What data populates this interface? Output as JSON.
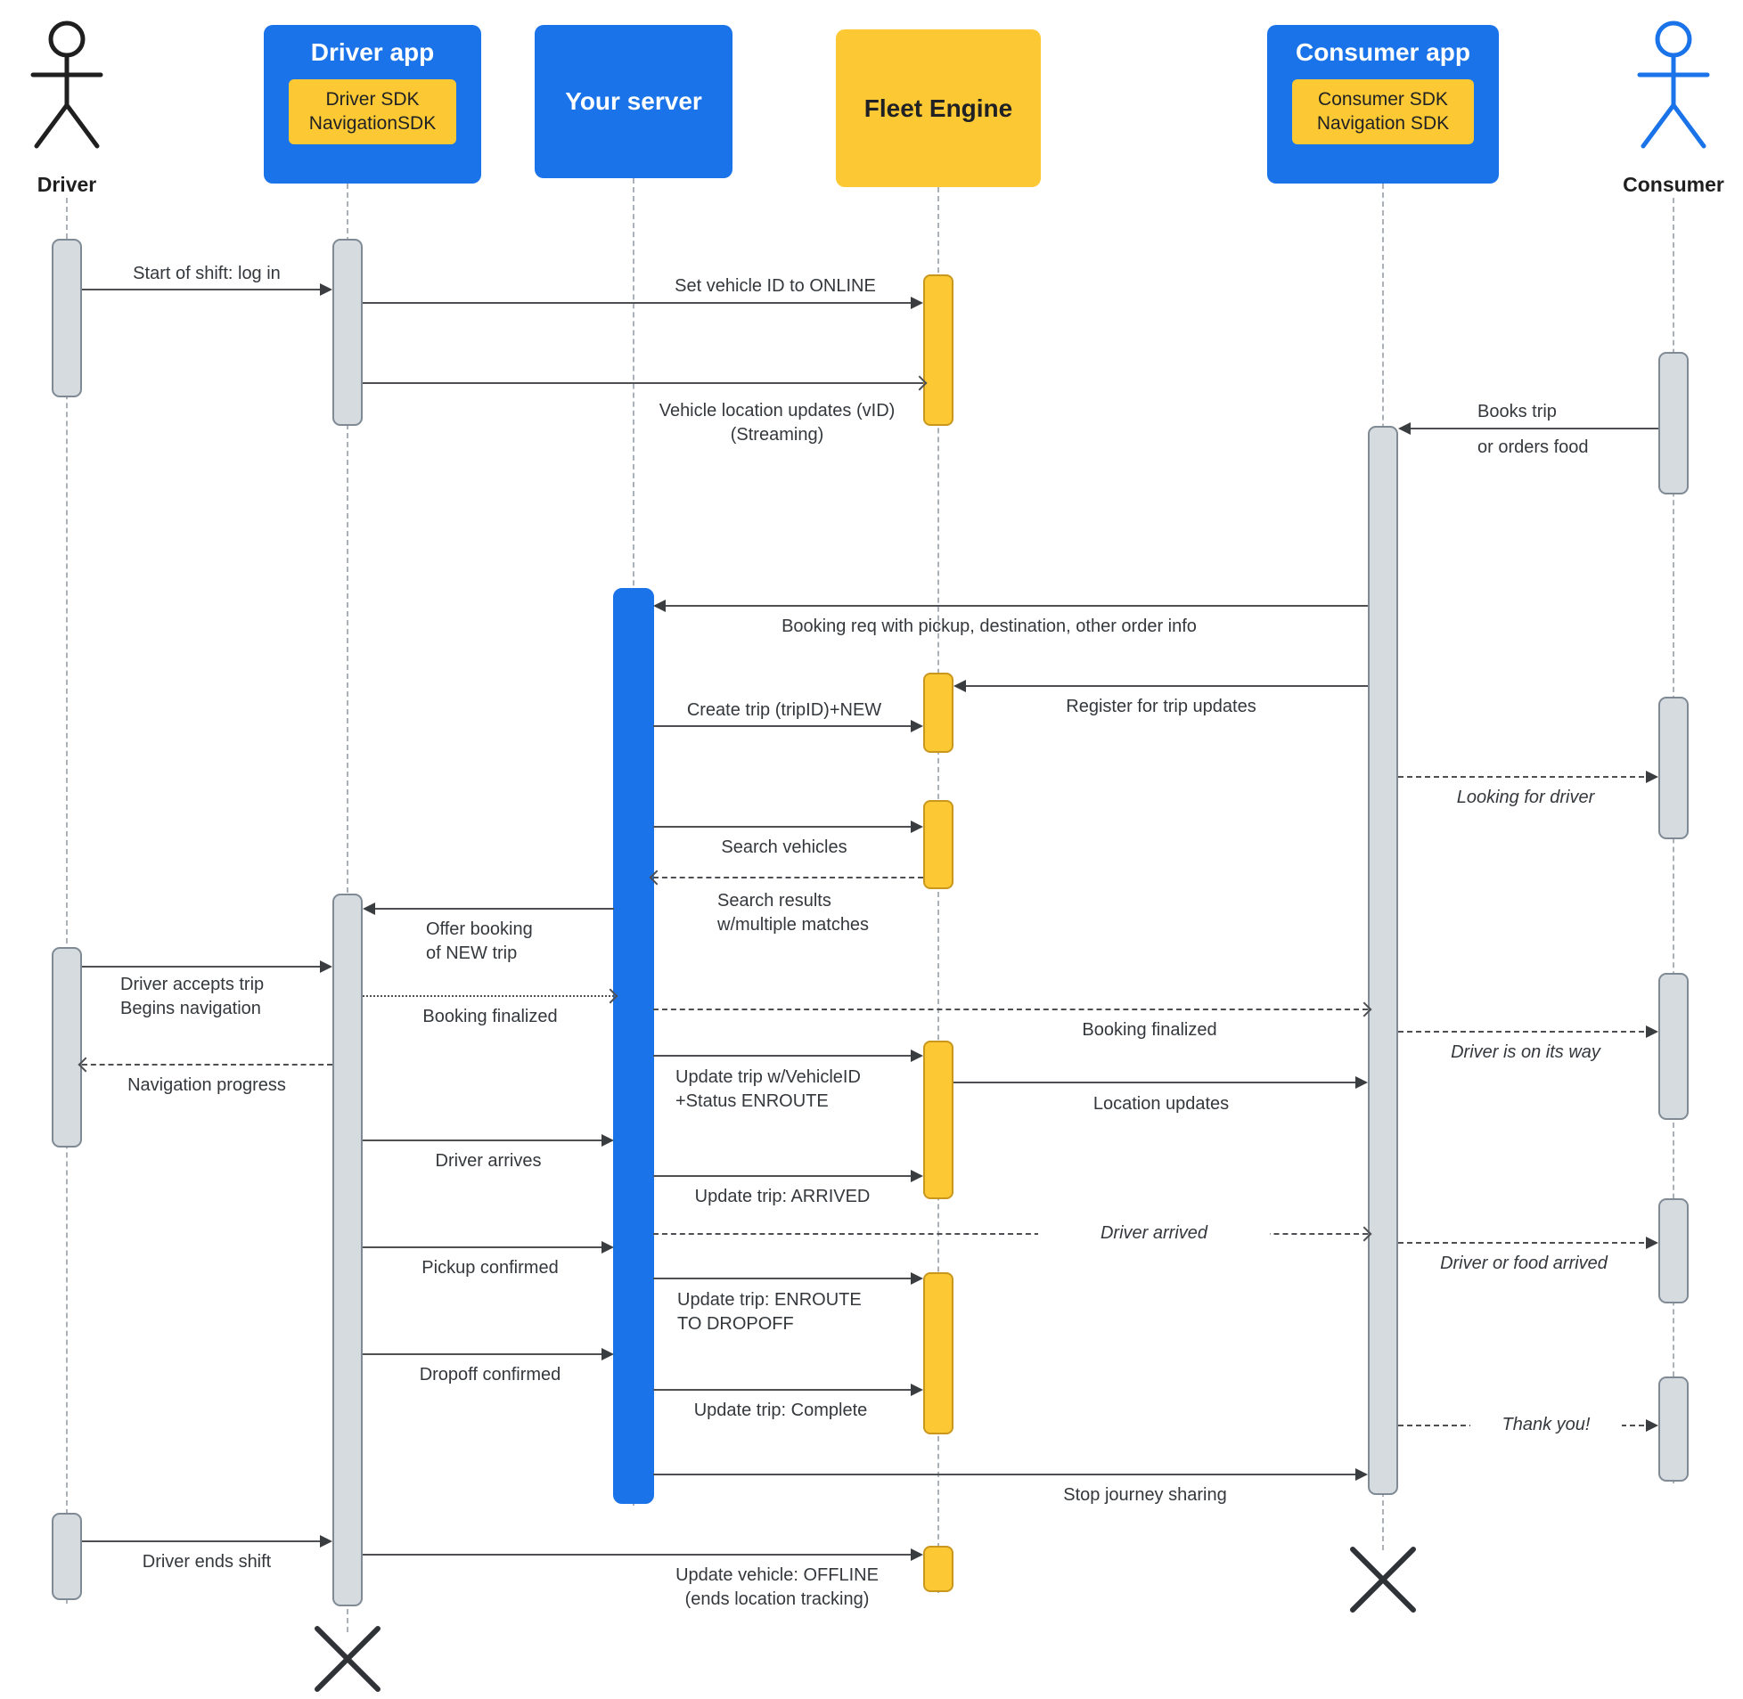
{
  "colors": {
    "primary_blue": "#1a73e8",
    "accent_yellow": "#fcc934",
    "activation_gray": "#d6dbe0",
    "arrow_dark": "#3a3d40",
    "lifeline_gray": "#aab1b9"
  },
  "actors": {
    "driver": {
      "label": "Driver"
    },
    "consumer": {
      "label": "Consumer"
    }
  },
  "participants": {
    "driver_app": {
      "title": "Driver app",
      "sdk": "Driver SDK\nNavigationSDK"
    },
    "your_server": {
      "title": "Your server"
    },
    "fleet_engine": {
      "title": "Fleet Engine"
    },
    "consumer_app": {
      "title": "Consumer app",
      "sdk": "Consumer SDK\nNavigation SDK"
    }
  },
  "messages": {
    "login": "Start of shift: log in",
    "set_online": "Set vehicle ID to ONLINE",
    "location_stream": "Vehicle location updates (vID)\n(Streaming)",
    "books_trip": "Books trip\nor orders food",
    "booking_req": "Booking req with pickup, destination, other order info",
    "create_trip": "Create trip (tripID)+NEW",
    "register_updates": "Register for trip updates",
    "looking_for_driver": "Looking for driver",
    "search_vehicles": "Search vehicles",
    "search_results": "Search results\nw/multiple matches",
    "offer_booking": "Offer booking\nof NEW trip",
    "driver_accepts": "Driver accepts trip\nBegins navigation",
    "booking_finalized_left": "Booking finalized",
    "booking_finalized_right": "Booking finalized",
    "navigation_progress": "Navigation progress",
    "update_trip_enroute": "Update trip w/VehicleID\n+Status ENROUTE",
    "location_updates": "Location updates",
    "driver_on_way": "Driver is on its way",
    "driver_arrives": "Driver arrives",
    "update_trip_arrived": "Update trip: ARRIVED",
    "driver_arrived": "Driver arrived",
    "driver_food_arrived": "Driver or food arrived",
    "pickup_confirmed": "Pickup confirmed",
    "update_trip_dropoff": "Update trip: ENROUTE\nTO DROPOFF",
    "dropoff_confirmed": "Dropoff confirmed",
    "update_trip_complete": "Update trip: Complete",
    "thank_you": "Thank you!",
    "stop_journey": "Stop journey sharing",
    "driver_ends_shift": "Driver ends shift",
    "update_vehicle_offline": "Update vehicle: OFFLINE\n(ends location tracking)"
  }
}
